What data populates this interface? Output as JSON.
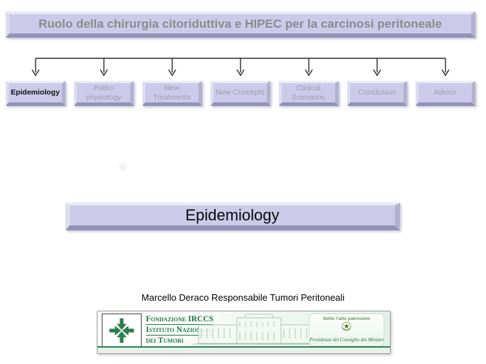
{
  "slide": {
    "title": "Ruolo della chirurgia citoriduttiva e HIPEC per la carcinosi peritoneale",
    "agenda": {
      "items": [
        {
          "label": "Epidemiology",
          "active": true
        },
        {
          "label": "Patho physiology",
          "active": false
        },
        {
          "label": "New Treatments",
          "active": false
        },
        {
          "label": "New Concepts",
          "active": false
        },
        {
          "label": "Clinical Scenarios",
          "active": false
        },
        {
          "label": "Conclusion",
          "active": false
        },
        {
          "label": "Advice",
          "active": false
        }
      ]
    },
    "section_banner": "Epidemiology",
    "credit": "Marcello Deraco Responsabile Tumori Peritoneali",
    "footer_banner": {
      "org_name_line1": "Fondazione IRCCS",
      "org_name_line2": "Istituto Nazionale",
      "org_name_line3": "dei Tumori",
      "patronage": {
        "heading": "Sotto l'alto patrocinio",
        "body": "Presidenza del Consiglio dei Ministri"
      }
    },
    "icons": {
      "logo": "int-cross-arrows-icon",
      "emblem": "state-emblem-icon",
      "connector": "flow-arrows-icon",
      "building": "institute-building-image"
    },
    "colors": {
      "lavender_fill": "#cbcbe9",
      "bevel_light": "#eaeaf8",
      "bevel_dark": "#9292b9",
      "title_text": "#8a8a8a",
      "inactive_text": "#9c9caa",
      "active_text": "#101010",
      "green": "#2e7d4f"
    }
  }
}
